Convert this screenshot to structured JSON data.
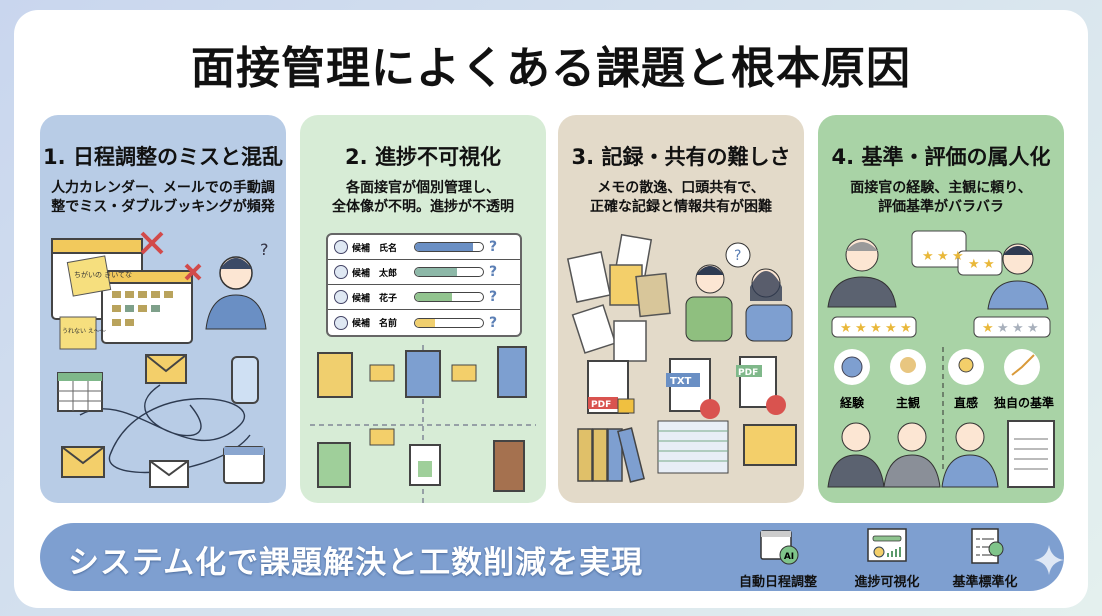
{
  "title": "面接管理によくある課題と根本原因",
  "panels": [
    {
      "heading": "1. 日程調整のミスと混乱",
      "desc_line1": "人力カレンダー、メールでの手動調",
      "desc_line2": "整でミス・ダブルブッキングが頻発",
      "color": "#b8cce6",
      "notes": [
        "ちがいの きいてな",
        "うれない え〜〜"
      ]
    },
    {
      "heading": "2. 進捗不可視化",
      "desc_line1": "各面接官が個別管理し、",
      "desc_line2": "全体像が不明。進捗が不透明",
      "color": "#d7ecd6",
      "candidates": [
        {
          "label": "候補　氏名",
          "progress": 0.85,
          "color": "#6a8fc4"
        },
        {
          "label": "候補　太郎",
          "progress": 0.62,
          "color": "#8db8a8"
        },
        {
          "label": "候補　花子",
          "progress": 0.55,
          "color": "#92c48f"
        },
        {
          "label": "候補　名前",
          "progress": 0.3,
          "color": "#f0cf6e"
        }
      ]
    },
    {
      "heading": "3. 記録・共有の難しさ",
      "desc_line1": "メモの散逸、口頭共有で、",
      "desc_line2": "正確な記録と情報共有が困難",
      "color": "#e3dac9",
      "file_labels": [
        "PDF",
        "TXT",
        "PDF"
      ]
    },
    {
      "heading": "4. 基準・評価の属人化",
      "desc_line1": "面接官の経験、主観に頼り、",
      "desc_line2": "評価基準がバラバラ",
      "color": "#a9d3a6",
      "ratings": [
        3,
        2,
        5,
        1
      ],
      "factors": [
        "経験",
        "主観",
        "直感",
        "独自の基準"
      ]
    }
  ],
  "banner": {
    "text": "システム化で課題解決と工数削減を実現",
    "color": "#7e9fd0",
    "features": [
      {
        "label": "自動日程調整",
        "icon": "calendar-ai-icon",
        "badge": "AI"
      },
      {
        "label": "進捗可視化",
        "icon": "dashboard-chart-icon"
      },
      {
        "label": "基準標準化",
        "icon": "checklist-icon"
      }
    ]
  }
}
